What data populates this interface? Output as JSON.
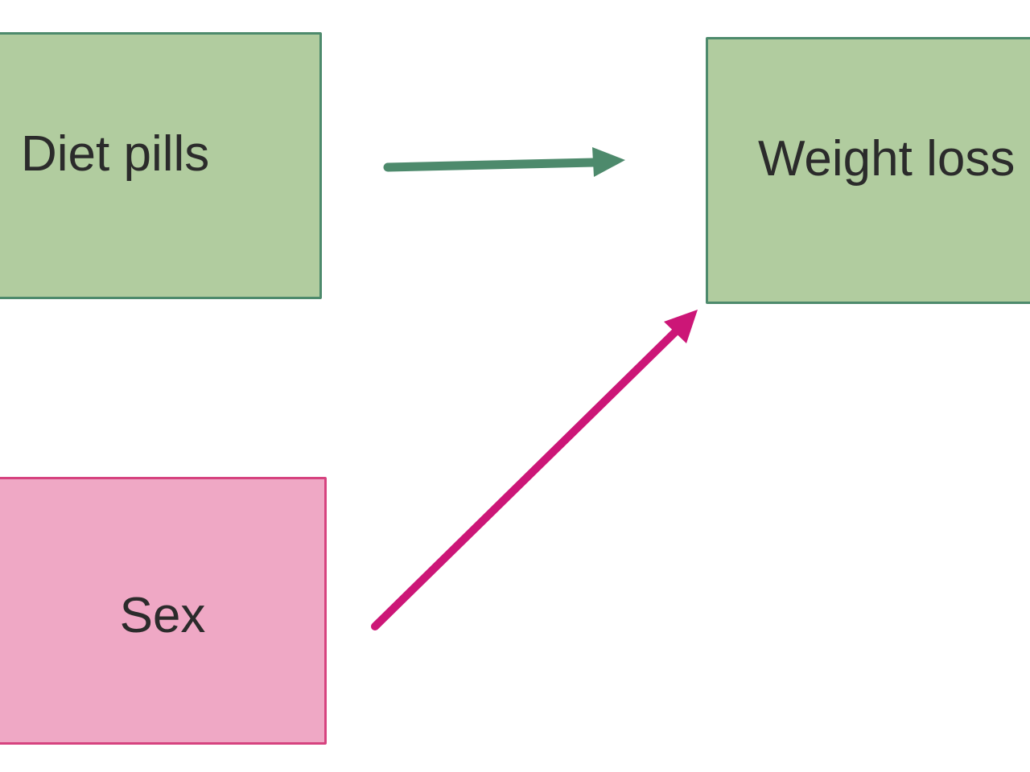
{
  "diagram": {
    "nodes": [
      {
        "id": "diet",
        "label": "Diet pills",
        "fill": "#b1cc9f",
        "stroke": "#4d8a6c"
      },
      {
        "id": "weight",
        "label": "Weight loss",
        "fill": "#b1cc9f",
        "stroke": "#4d8a6c"
      },
      {
        "id": "sex",
        "label": "Sex",
        "fill": "#efa8c5",
        "stroke": "#d6437f"
      }
    ],
    "edges": [
      {
        "from": "diet",
        "to": "weight",
        "color": "#4d8a6c"
      },
      {
        "from": "sex",
        "to": "weight",
        "color": "#cc1677"
      }
    ]
  }
}
